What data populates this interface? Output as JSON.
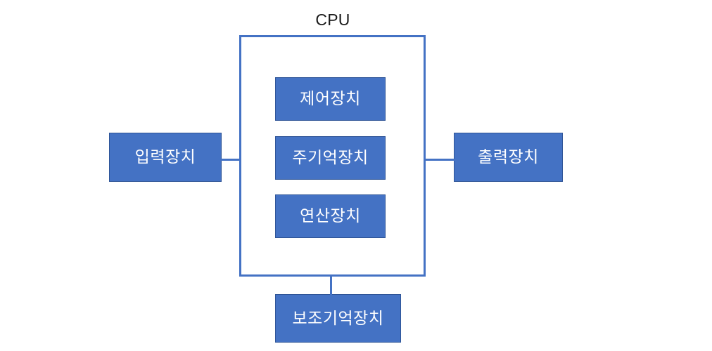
{
  "diagram": {
    "title": "CPU",
    "colors": {
      "box_fill": "#4472C4",
      "box_border": "#2F5597",
      "box_text": "#FFFFFF",
      "container_border": "#4472C4",
      "container_fill": "#FFFFFF",
      "connector": "#4472C4",
      "title_text": "#1A1A1A",
      "background": "#FFFFFF"
    },
    "container": {
      "label": "CPU",
      "components": [
        {
          "id": "control-unit",
          "label": "제어장치"
        },
        {
          "id": "main-memory",
          "label": "주기억장치"
        },
        {
          "id": "alu",
          "label": "연산장치"
        }
      ]
    },
    "peripherals": [
      {
        "id": "input-device",
        "label": "입력장치",
        "position": "left"
      },
      {
        "id": "output-device",
        "label": "출력장치",
        "position": "right"
      },
      {
        "id": "secondary-storage",
        "label": "보조기억장치",
        "position": "bottom"
      }
    ],
    "connectors": [
      {
        "id": "input-to-cpu",
        "from": "입력장치",
        "to": "CPU",
        "orientation": "horizontal"
      },
      {
        "id": "cpu-to-output",
        "from": "CPU",
        "to": "출력장치",
        "orientation": "horizontal"
      },
      {
        "id": "cpu-to-storage",
        "from": "CPU",
        "to": "보조기억장치",
        "orientation": "vertical"
      }
    ]
  }
}
